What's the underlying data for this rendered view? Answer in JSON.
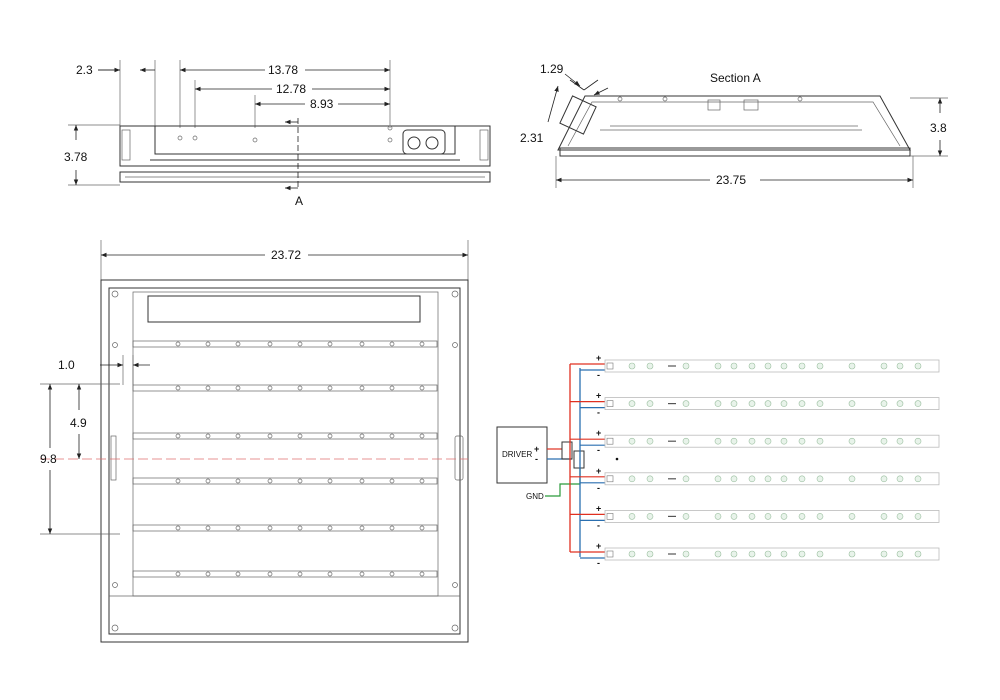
{
  "front_view": {
    "dims": {
      "d1": "2.3",
      "d2": "13.78",
      "d3": "12.78",
      "d4": "8.93",
      "height": "3.78"
    },
    "section_marker": "A"
  },
  "section_view": {
    "title": "Section A",
    "dims": {
      "d1": "1.29",
      "d2": "2.31",
      "height": "3.8",
      "width": "23.75"
    }
  },
  "plan_view": {
    "dims": {
      "width": "23.72",
      "d1": "1.0",
      "d2": "4.9",
      "d3": "9.8"
    }
  },
  "wiring": {
    "driver_label": "DRIVER",
    "gnd_label": "GND",
    "plus": "+",
    "minus": "-",
    "strip_count": 6,
    "colors": {
      "positive": "#e03020",
      "negative": "#2a6fb0",
      "ground": "#2a9a3a"
    }
  }
}
